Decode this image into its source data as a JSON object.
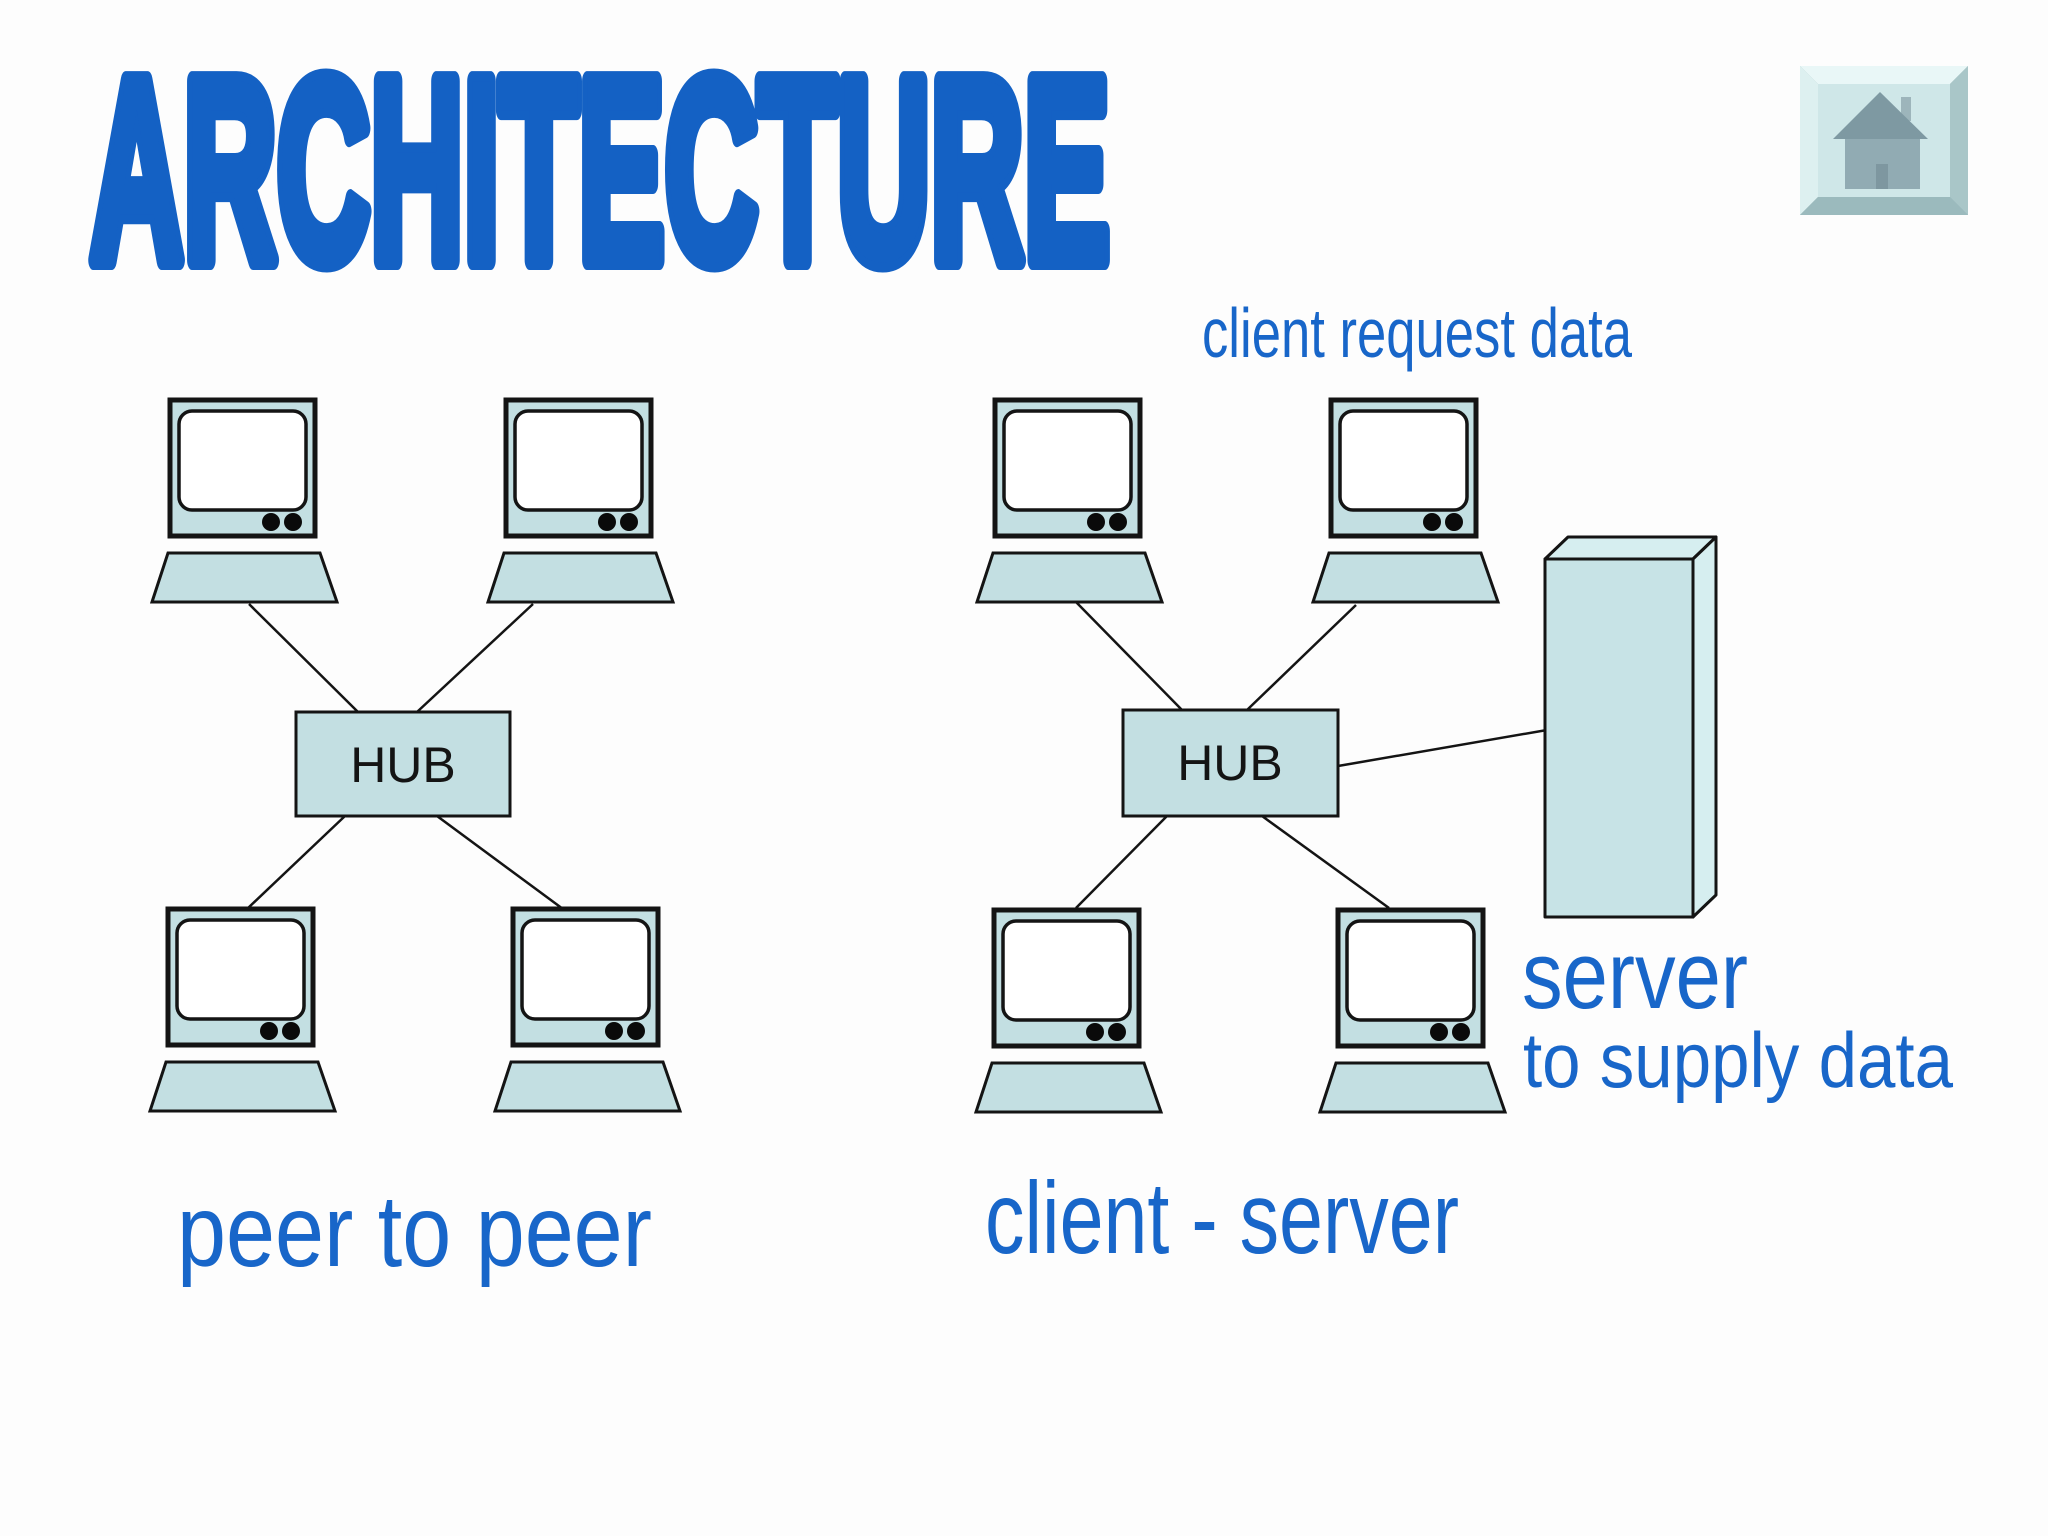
{
  "slide_title": "ARCHITECTURE",
  "colors": {
    "title_blue": "#1461c4",
    "label_blue": "#1866c9",
    "shape_fill": "#c3dfe2",
    "shape_fill_light": "#d6eef0",
    "outline": "#141414",
    "home_button_face": "#cfe7e8",
    "home_icon_gray": "#91abb3"
  },
  "icons": {
    "home": "home-icon"
  },
  "peer_to_peer": {
    "hub_label": "HUB",
    "caption": "peer to peer"
  },
  "client_server": {
    "hub_label": "HUB",
    "caption": "client - server",
    "annotation_top": "client request data",
    "server_label": "server",
    "server_sublabel": "to supply data"
  }
}
